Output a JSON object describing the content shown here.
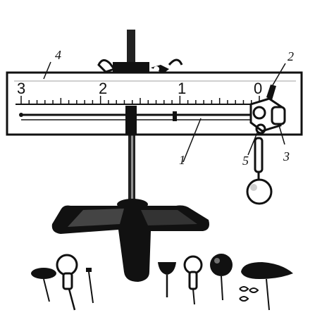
{
  "illustration": {
    "scale_numbers": [
      "3",
      "2",
      "1",
      "0"
    ],
    "callouts": {
      "label_1": "1",
      "label_2": "2",
      "label_3": "3",
      "label_4": "4",
      "label_5": "5"
    },
    "colors": {
      "ink": "#111111",
      "paper": "#ffffff"
    }
  }
}
